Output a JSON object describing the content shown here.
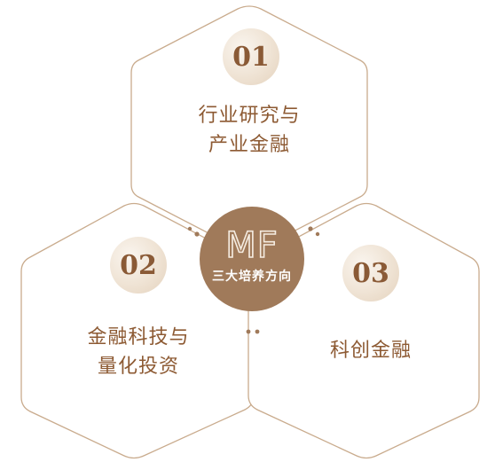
{
  "center": {
    "logo": "MF",
    "subtitle": "三大培养方向"
  },
  "items": [
    {
      "number": "01",
      "line1": "行业研究与",
      "line2": "产业金融"
    },
    {
      "number": "02",
      "line1": "金融科技与",
      "line2": "量化投资"
    },
    {
      "number": "03",
      "line1": "科创金融",
      "line2": ""
    }
  ],
  "colors": {
    "accent": "#a07a5a",
    "outline": "#c9ab8d",
    "text": "#8d5a33"
  }
}
